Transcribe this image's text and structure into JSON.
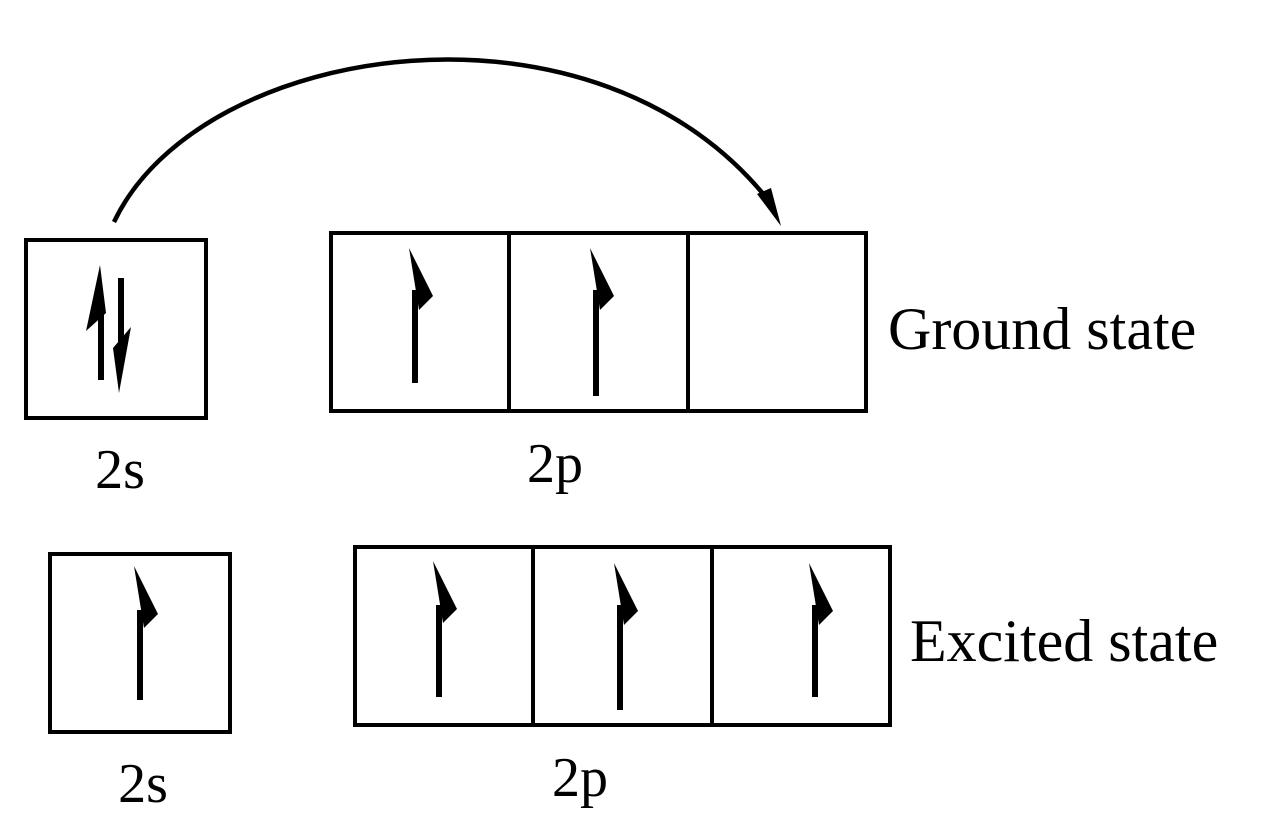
{
  "ground_state": {
    "label": "Ground state",
    "subshell_s": {
      "label": "2s",
      "orbitals": [
        [
          "up",
          "down"
        ]
      ]
    },
    "subshell_p": {
      "label": "2p",
      "orbitals": [
        [
          "up"
        ],
        [
          "up"
        ],
        []
      ]
    }
  },
  "excited_state": {
    "label": "Excited state",
    "subshell_s": {
      "label": "2s",
      "orbitals": [
        [
          "up"
        ]
      ]
    },
    "subshell_p": {
      "label": "2p",
      "orbitals": [
        [
          "up"
        ],
        [
          "up"
        ],
        [
          "up"
        ]
      ]
    }
  },
  "transition": {
    "from": "ground_state.2s",
    "to": "ground_state.2p.orbital-3"
  }
}
